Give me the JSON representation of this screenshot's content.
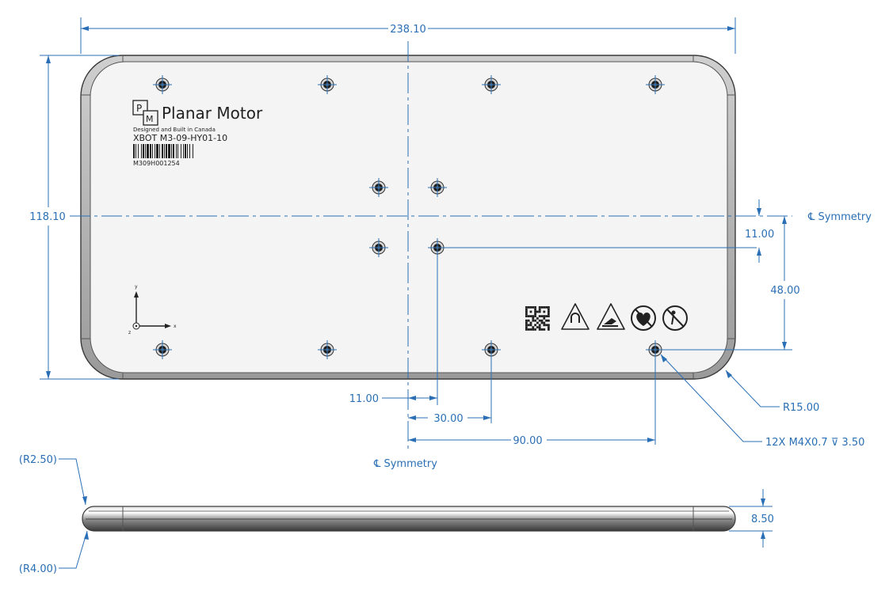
{
  "dimensions": {
    "overall_width": "238.10",
    "overall_height": "118.10",
    "hole_offset_right": "11.00",
    "hole_pitch_vertical": "48.00",
    "hole_offset_bottom": "11.00",
    "hole_pitch_30": "30.00",
    "hole_pitch_90": "90.00",
    "corner_radius": "R15.00",
    "hole_callout": "12X M4X0.7 ⊽ 3.50",
    "side_radius_top": "(R2.50)",
    "side_radius_bottom": "(R4.00)",
    "thickness": "8.50"
  },
  "symmetry": {
    "horizontal": "℄ Symmetry",
    "vertical": "℄ Symmetry"
  },
  "plate_label": {
    "logo_letters": [
      "P",
      "M"
    ],
    "brand": "Planar Motor",
    "tagline": "Designed and Built in Canada",
    "model": "XBOT M3-09-HY01-10",
    "serial": "M309H001254"
  },
  "axes": {
    "x": "x",
    "y": "y",
    "z": "z"
  },
  "safety_icons": [
    "qr-code-icon",
    "magnetic-field-warning-icon",
    "hand-crush-warning-icon",
    "no-pacemaker-icon",
    "no-metal-implant-icon"
  ],
  "colors": {
    "dimension": "#2a6fb5",
    "plate_fill": "#f4f4f4",
    "plate_edge": "#3a3a3a"
  }
}
